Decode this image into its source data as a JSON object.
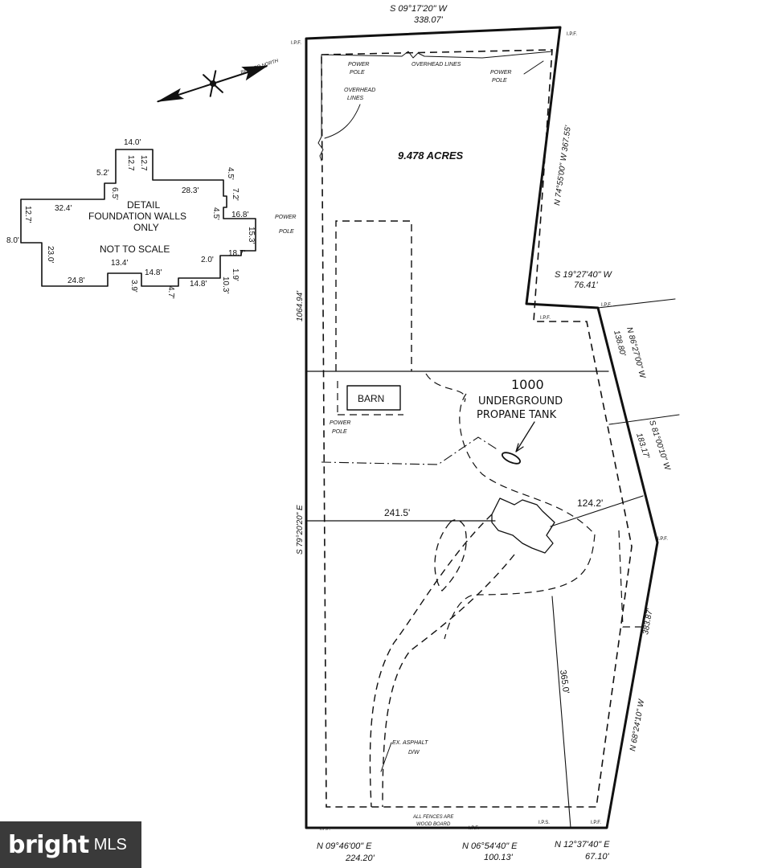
{
  "boundary": {
    "top_bearing": "S 09°17'20\" W",
    "top_distance": "338.07'",
    "west_distance": "1064.94'",
    "west_bearing": "S 79°20'20\" E",
    "ne_bearing": "N 74°55'00\" W 367.55'",
    "notch_bearing": "S 19°27'40\" W",
    "notch_distance": "76.41'",
    "east1_bearing": "N 86°27'00\" W",
    "east1_distance": "138.80'",
    "east2_bearing": "S 81°00'10\" W",
    "east2_distance": "183.17'",
    "se_distance": "383.87'",
    "se_bearing": "N 68°24'10\" W",
    "bottom1_bearing": "N 09°46'00\" E",
    "bottom1_distance": "224.20'",
    "bottom2_bearing": "N 06°54'40\" E",
    "bottom2_distance": "100.13'",
    "bottom3_bearing": "N 12°37'40\" E",
    "bottom3_distance": "67.10'"
  },
  "labels": {
    "acres": "9.478 ACRES",
    "record_north": "RECORD NORTH",
    "power_pole_top_left": [
      "POWER",
      "POLE"
    ],
    "power_pole_top_right": [
      "POWER",
      "POLE"
    ],
    "overhead_lines_top": "OVERHEAD LINES",
    "overhead_lines_left": [
      "OVERHEAD",
      "LINES"
    ],
    "power_pole_side": [
      "POWER",
      "POLE"
    ],
    "power_pole_barn": [
      "POWER",
      "POLE"
    ],
    "barn": "BARN",
    "tank": [
      "1000",
      "UNDERGROUND",
      "PROPANE TANK"
    ],
    "dim_241": "241.5'",
    "dim_124": "124.2'",
    "dim_365": "365.0'",
    "asphalt": [
      "EX. ASPHALT",
      "D/W"
    ],
    "fences_note": [
      "ALL FENCES ARE",
      "WOOD BOARD"
    ],
    "ipf": "I.P.F.",
    "ips": "I.P.S."
  },
  "foundation_detail": {
    "title": [
      "DETAIL",
      "FOUNDATION WALLS",
      "ONLY",
      "NOT TO SCALE"
    ],
    "dims": [
      "14.0'",
      "12.7",
      "12.7",
      "5.2'",
      "6.5'",
      "28.3'",
      "4.5'",
      "7.2'",
      "4.5'",
      "16.8'",
      "32.4'",
      "12.7'",
      "8.0'",
      "23.0'",
      "13.4'",
      "15.3'",
      "2.0'",
      "18.7'",
      "1.9'",
      "10.3'",
      "24.8'",
      "14.8'",
      "3.9'",
      "4.7'",
      "14.8'"
    ]
  },
  "watermark": {
    "brand": "bright",
    "suffix": "MLS"
  }
}
